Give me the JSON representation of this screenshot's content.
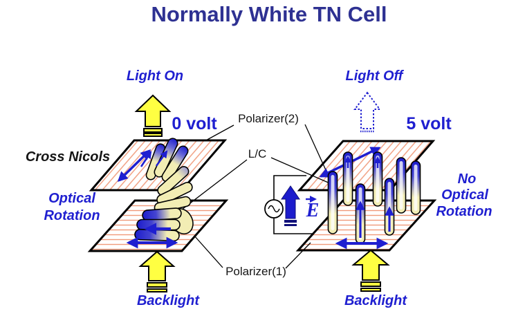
{
  "title": "Normally White TN Cell",
  "left_cell": {
    "light_state": "Light On",
    "voltage": "0 volt",
    "polarizer_mode": "Cross Nicols",
    "rotation": {
      "line1": "Optical",
      "line2": "Rotation"
    },
    "backlight": "Backlight"
  },
  "right_cell": {
    "light_state": "Light Off",
    "voltage": "5 volt",
    "rotation": {
      "line1": "No",
      "line2": "Optical",
      "line3": "Rotation"
    },
    "field_label": "E",
    "backlight": "Backlight"
  },
  "shared_labels": {
    "polarizer2": "Polarizer(2)",
    "lc": "L/C",
    "polarizer1": "Polarizer(1)"
  },
  "icons": {
    "left_light_arrow": "solid-yellow-up-block-arrow",
    "right_light_arrow": "dashed-outline-up-block-arrow",
    "backlight_arrows": "solid-yellow-up-block-arrow",
    "polarization_axes": "blue-double-headed-arrow",
    "ac_source": "circle-with-sine-wave",
    "e_field_arrow": "solid-blue-up-block-arrow"
  },
  "colors": {
    "title_navy": "#2e3192",
    "label_blue": "#1f1fd0",
    "arrow_yellow": "#ffff42",
    "plate_hatch_salmon": "#f09a7a",
    "molecule_blue": "#1c1ccc",
    "molecule_cream": "#f2edb4",
    "outline_black": "#000000"
  }
}
